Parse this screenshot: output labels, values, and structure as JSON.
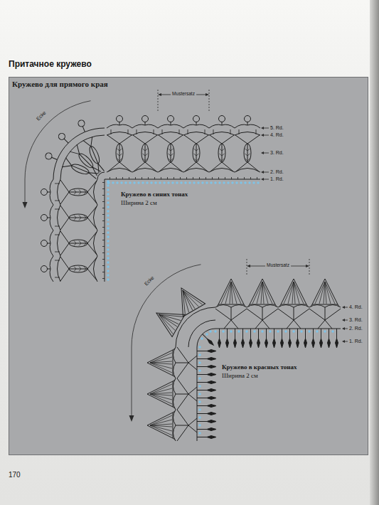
{
  "diagram": {
    "title": "Притачное кружево",
    "nodes": [
      {
        "text": [
          "Кружево для прямого края"
        ]
      }
    ],
    "labels": [
      "Mustersatz",
      "Ecke",
      "5. Rd.",
      "4. Rd.",
      "3. Rd.",
      "2. Rd.",
      "1. Rd.",
      "Кружево в синих тонах",
      "Ширина 2 см",
      "Mustersatz",
      "Ecke",
      "4. Rd.",
      "3. Rd.",
      "2. Rd.",
      "1. Rd.",
      "Кружево в красных тонах",
      "Ширина 2 см",
      "170"
    ]
  }
}
